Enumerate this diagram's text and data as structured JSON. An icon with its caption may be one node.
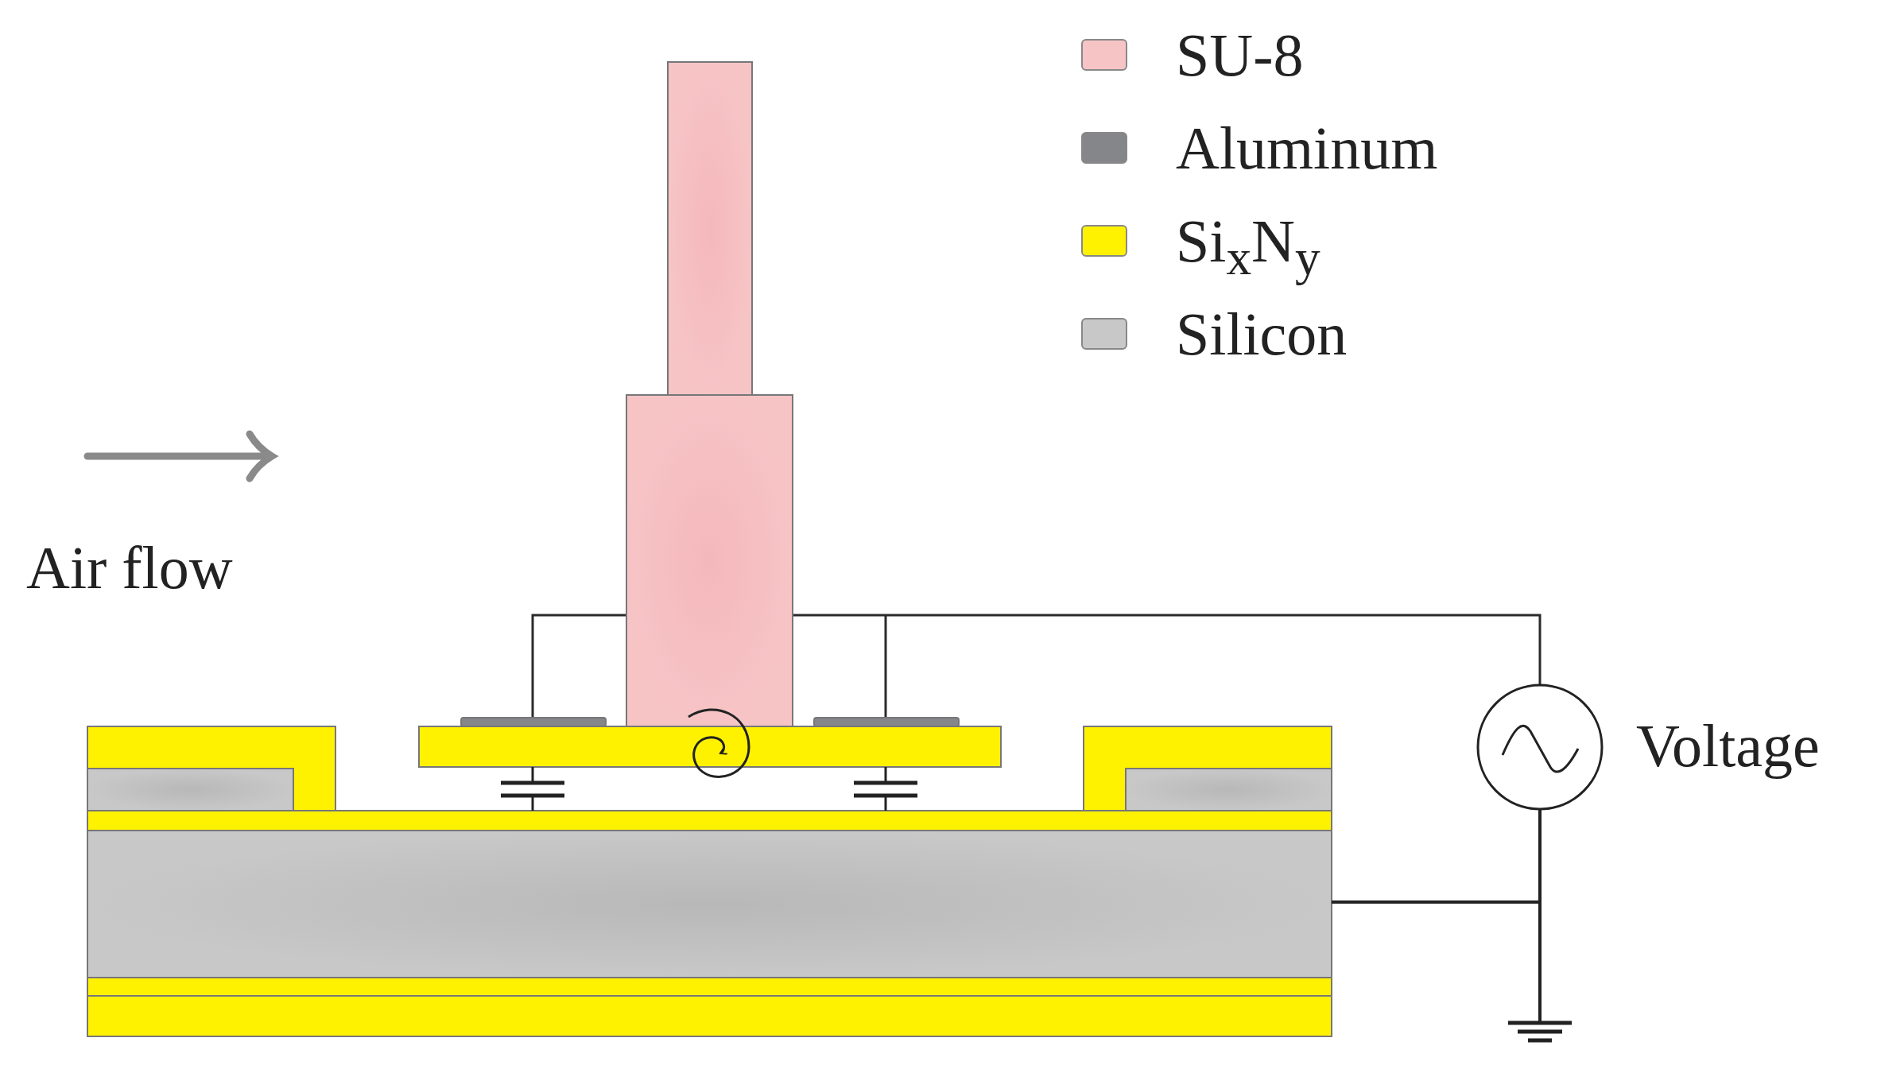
{
  "diagram": {
    "labels": [
      "Air flow",
      "Voltage"
    ],
    "legend": [
      {
        "text": "SU-8",
        "color": "#f7c4c6"
      },
      {
        "text": "Aluminum",
        "color": "#858689"
      },
      {
        "text": "Si$_{x}$N$_{y}$",
        "color": "#fff200"
      },
      {
        "text": "Silicon",
        "color": "#c8c8c8"
      }
    ]
  }
}
